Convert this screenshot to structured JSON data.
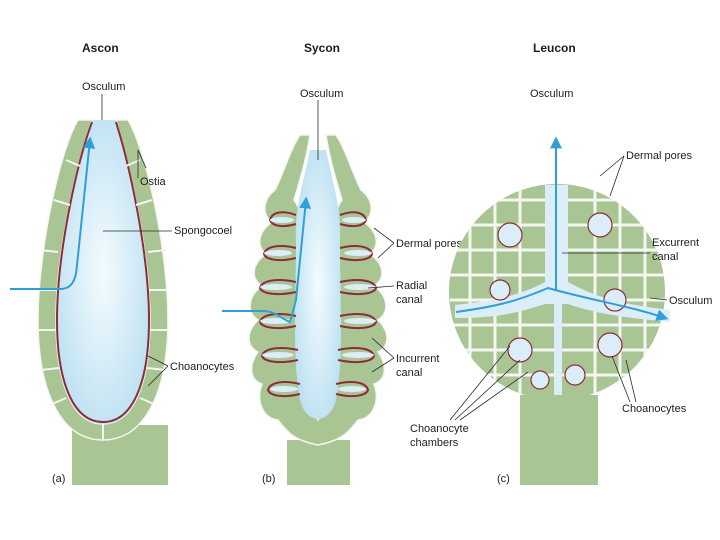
{
  "colors": {
    "tissue": "#a9c594",
    "tissue_dark": "#8fb07a",
    "cavity": "#cfe9f5",
    "choanocyte_lining": "#8e2c3b",
    "water_flow": "#2f9fd6",
    "label_text": "#1e1e1e"
  },
  "panels": [
    {
      "title": "Ascon",
      "letter": "(a)",
      "labels": {
        "osculum": "Osculum",
        "ostia": "Ostia",
        "spongocoel": "Spongocoel",
        "choanocytes": "Choanocytes"
      }
    },
    {
      "title": "Sycon",
      "letter": "(b)",
      "labels": {
        "osculum": "Osculum",
        "dermal_pores": "Dermal pores",
        "radial_canal_1": "Radial",
        "radial_canal_2": "canal",
        "incurrent_canal_1": "Incurrent",
        "incurrent_canal_2": "canal"
      }
    },
    {
      "title": "Leucon",
      "letter": "(c)",
      "labels": {
        "osculum_top": "Osculum",
        "dermal_pores": "Dermal pores",
        "excurrent_canal_1": "Excurrent",
        "excurrent_canal_2": "canal",
        "osculum_right": "Osculum",
        "choanocyte_chambers_1": "Choanocyte",
        "choanocyte_chambers_2": "chambers",
        "choanocytes": "Choanocytes"
      }
    }
  ]
}
